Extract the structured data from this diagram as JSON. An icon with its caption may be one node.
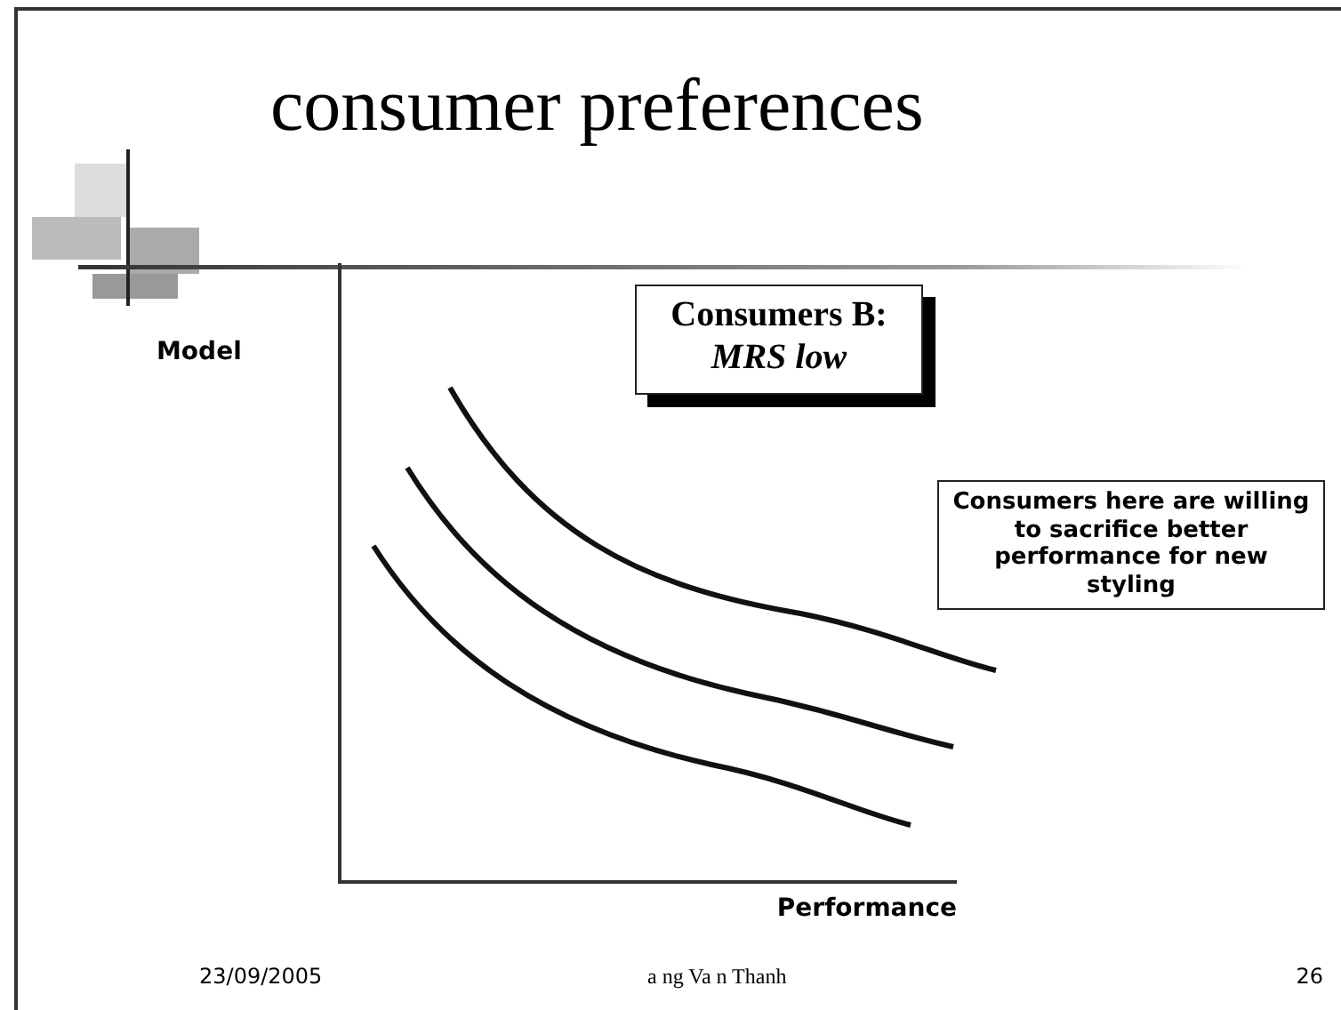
{
  "diagram": {
    "title": "consumer preferences",
    "nodes": [
      {
        "text": [
          "Consumers B:",
          "MRS low"
        ]
      },
      {
        "text": [
          "Consumers here are willing to sacrifice better performance for new styling"
        ]
      }
    ],
    "labels": [
      "Model",
      "Performance",
      "23/09/2005",
      "a ng Va n Thanh",
      "26"
    ]
  }
}
